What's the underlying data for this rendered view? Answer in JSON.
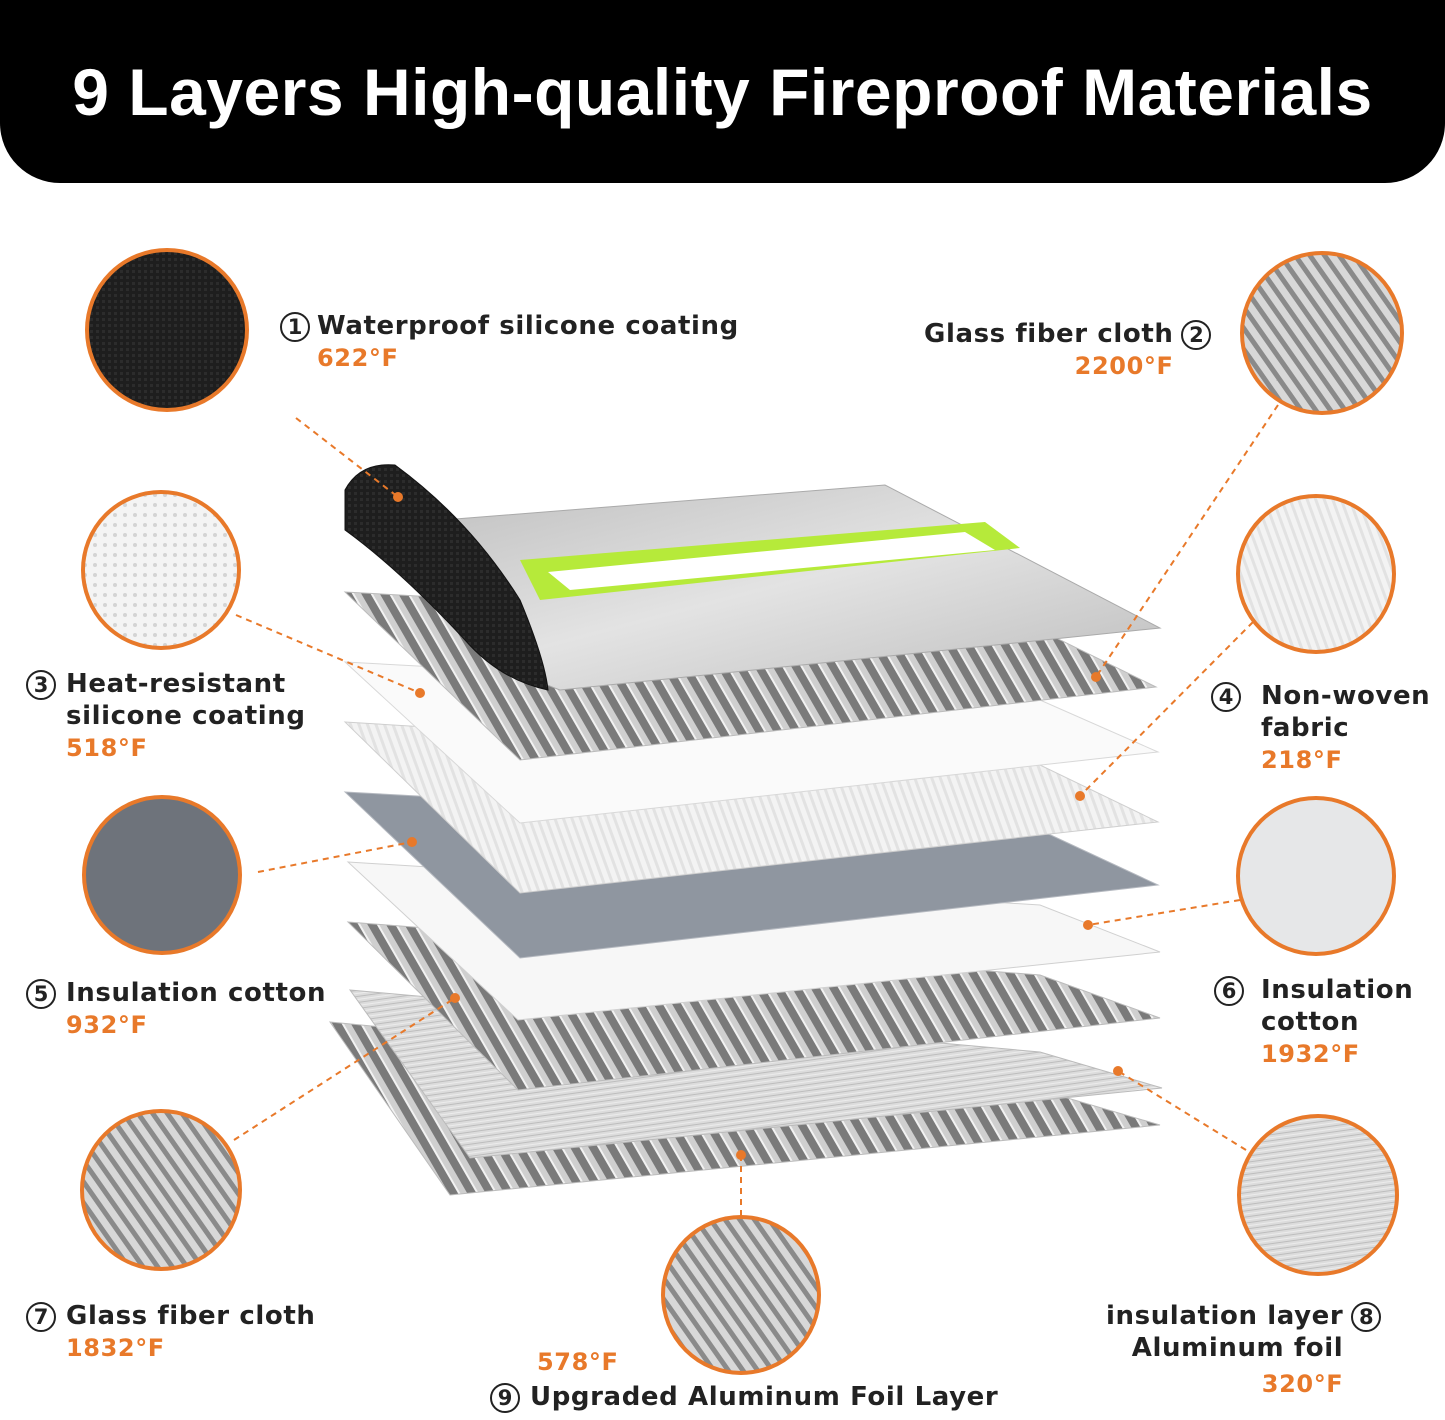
{
  "banner": {
    "title": "9 Layers High-quality Fireproof Materials"
  },
  "accent_color": "#e8792a",
  "layers": [
    {
      "number": "1",
      "name": "Waterproof silicone coating",
      "temp": "622°F",
      "swatch": "black-silicone"
    },
    {
      "number": "2",
      "name": "Glass fiber cloth",
      "temp": "2200°F",
      "swatch": "gray-weave"
    },
    {
      "number": "3",
      "name": "Heat-resistant silicone coating",
      "name_lines": [
        "Heat-resistant",
        "silicone coating"
      ],
      "temp": "518°F",
      "swatch": "white-dotted"
    },
    {
      "number": "4",
      "name": "Non-woven fabric",
      "name_lines": [
        "Non-woven",
        "fabric"
      ],
      "temp": "218°F",
      "swatch": "white-mesh"
    },
    {
      "number": "5",
      "name": "Insulation cotton",
      "temp": "932°F",
      "swatch": "slate-gray"
    },
    {
      "number": "6",
      "name": "Insulation cotton",
      "name_lines": [
        "Insulation",
        "cotton"
      ],
      "temp": "1932°F",
      "swatch": "light-gray"
    },
    {
      "number": "7",
      "name": "Glass fiber cloth",
      "temp": "1832°F",
      "swatch": "gray-weave"
    },
    {
      "number": "8",
      "name": "insulation layer Aluminum foil",
      "name_lines": [
        "insulation layer",
        "Aluminum foil"
      ],
      "temp": "320°F",
      "swatch": "brushed-aluminum"
    },
    {
      "number": "9",
      "name": "Upgraded Aluminum Foil Layer",
      "temp": "578°F",
      "swatch": "gray-weave"
    }
  ]
}
